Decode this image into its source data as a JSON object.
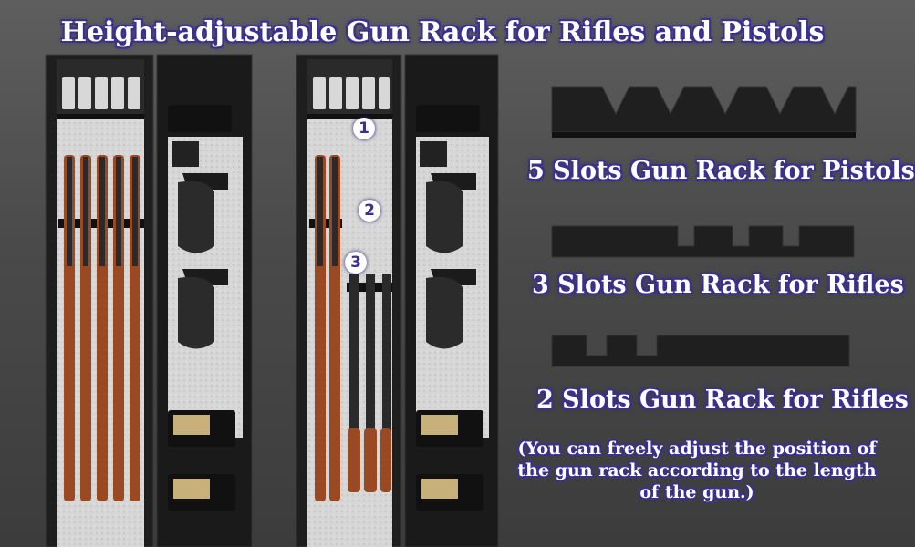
{
  "title": "Height-adjustable Gun Rack for Rifles and Pistols",
  "racks": [
    {
      "label": "5 Slots Gun Rack for Pistols"
    },
    {
      "label": "3 Slots Gun Rack for Rifles"
    },
    {
      "label": "2 Slots Gun Rack for Rifles"
    }
  ],
  "note": "(You can freely adjust the position of the gun rack according to the length of the gun.)",
  "badges": [
    "1",
    "2",
    "3"
  ],
  "colors": {
    "label_outline": "#3b2f8f",
    "label_text": "#ffffff",
    "safe_body": "#1c1c1c",
    "felt": "#d9d9d9",
    "rifle_stock": "#9a4a22"
  }
}
